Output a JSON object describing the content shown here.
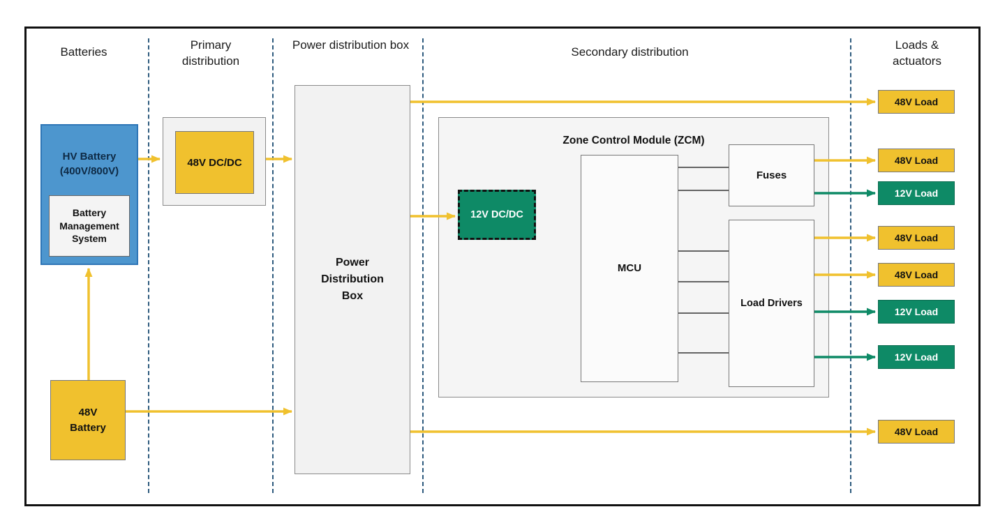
{
  "headers": {
    "batteries": "Batteries",
    "primary_distribution": "Primary distribution",
    "power_distribution_box": "Power distribution box",
    "secondary_distribution": "Secondary distribution",
    "loads_actuators": "Loads & actuators"
  },
  "blocks": {
    "hv_battery": "HV Battery\n(400V/800V)",
    "bms": "Battery\nManagement\nSystem",
    "battery_48v": "48V\nBattery",
    "dcdc_48v": "48V DC/DC",
    "pdb": "Power\nDistribution\nBox",
    "zcm_title": "Zone Control Module (ZCM)",
    "dcdc_12v": "12V DC/DC",
    "mcu": "MCU",
    "fuses": "Fuses",
    "load_drivers": "Load Drivers"
  },
  "loads": [
    {
      "label": "48V Load",
      "voltage": "48V"
    },
    {
      "label": "48V Load",
      "voltage": "48V"
    },
    {
      "label": "12V Load",
      "voltage": "12V"
    },
    {
      "label": "48V Load",
      "voltage": "48V"
    },
    {
      "label": "48V Load",
      "voltage": "48V"
    },
    {
      "label": "12V Load",
      "voltage": "12V"
    },
    {
      "label": "12V Load",
      "voltage": "12V"
    },
    {
      "label": "48V Load",
      "voltage": "48V"
    }
  ],
  "colors": {
    "yellow": "#F0C12E",
    "green": "#0E8A66",
    "blue": "#4D96CE",
    "blue_border": "#2E75B6",
    "divider": "#2D5A7D",
    "panel_fill": "#F2F2F2",
    "panel_border": "#8A8A8A",
    "ink": "#1A1A1A"
  }
}
